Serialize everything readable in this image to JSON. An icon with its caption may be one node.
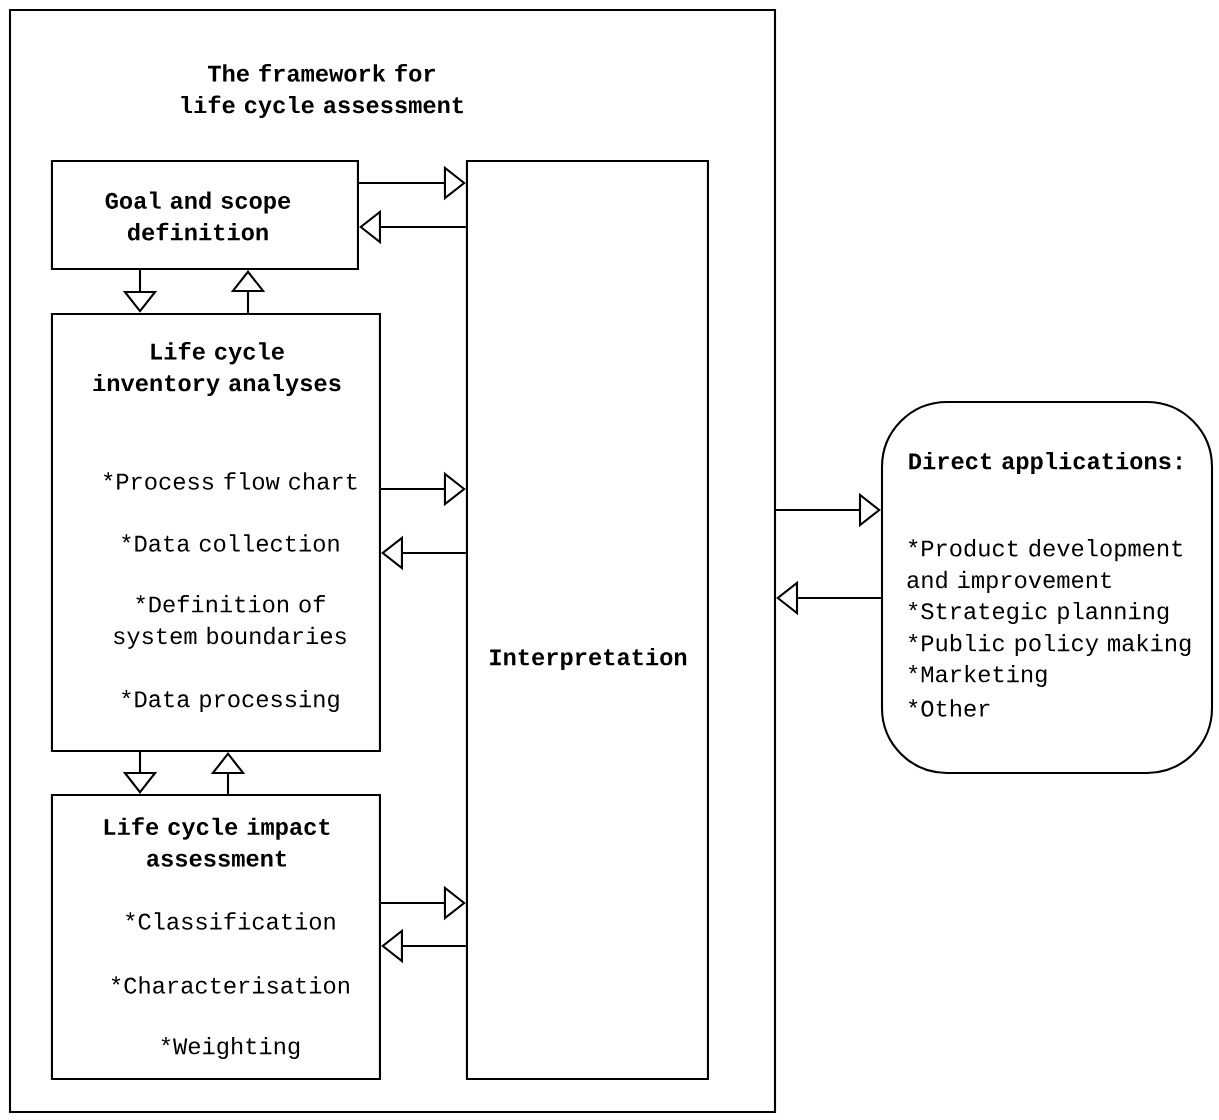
{
  "diagram": {
    "nodes": [
      {
        "text": [
          "The framework for life cycle assessment"
        ]
      },
      {
        "text": [
          "Goal and scope definition"
        ],
        "in": 0
      },
      {
        "text": [
          "Life cycle inventory analyses",
          "*Process flow chart",
          "*Data collection",
          "*Definition of system boundaries",
          "*Data processing"
        ],
        "in": 0
      },
      {
        "text": [
          "Life cycle impact assessment",
          "*Classification",
          "*Characterisation",
          "*Weighting"
        ],
        "in": 0
      },
      {
        "text": [
          "Interpretation"
        ],
        "in": 0
      },
      {
        "text": [
          "Direct applications:",
          "*Product development and improvement",
          "*Strategic planning",
          "*Public policy making",
          "*Marketing",
          "*Other"
        ]
      }
    ],
    "edges": [
      {
        "from": 1,
        "to": 4,
        "arrow": "to"
      },
      {
        "from": 4,
        "to": 1,
        "arrow": "to"
      },
      {
        "from": 1,
        "to": 2,
        "arrow": "to"
      },
      {
        "from": 2,
        "to": 1,
        "arrow": "to"
      },
      {
        "from": 2,
        "to": 4,
        "arrow": "to"
      },
      {
        "from": 4,
        "to": 2,
        "arrow": "to"
      },
      {
        "from": 2,
        "to": 3,
        "arrow": "to"
      },
      {
        "from": 3,
        "to": 2,
        "arrow": "to"
      },
      {
        "from": 3,
        "to": 4,
        "arrow": "to"
      },
      {
        "from": 4,
        "to": 3,
        "arrow": "to"
      },
      {
        "from": 0,
        "to": 5,
        "arrow": "to"
      },
      {
        "from": 5,
        "to": 0,
        "arrow": "to"
      }
    ]
  }
}
